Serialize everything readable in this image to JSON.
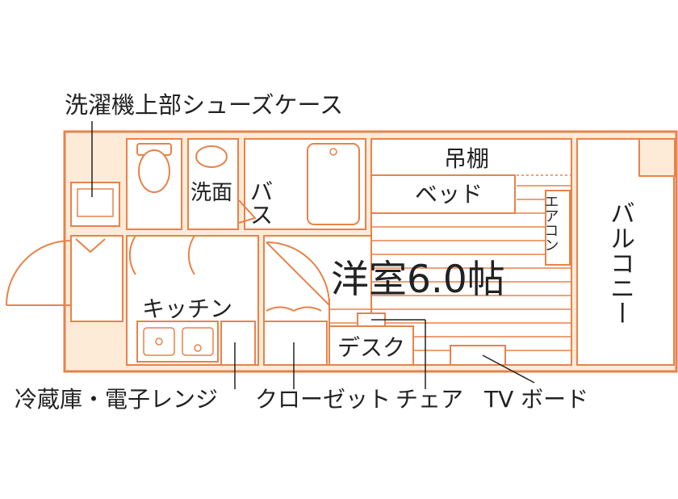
{
  "title": "洋室6.0帖",
  "labels": {
    "washer_shoe_case": "洗濯機上部シューズケース",
    "loft_shelf": "吊棚",
    "washroom": "洗面",
    "bath": "バス",
    "bed": "ベッド",
    "aircon": "エアコン",
    "balcony": "バルコニー",
    "kitchen": "キッチン",
    "desk": "デスク",
    "fridge_microwave": "冷蔵庫・電子レンジ",
    "closet": "クローゼット",
    "chair": "チェア",
    "tv_board": "TV ボード"
  },
  "colors": {
    "wall": "#e8824a",
    "floor_fill": "#fdebd8",
    "line": "#e8824a",
    "text": "#222222"
  }
}
